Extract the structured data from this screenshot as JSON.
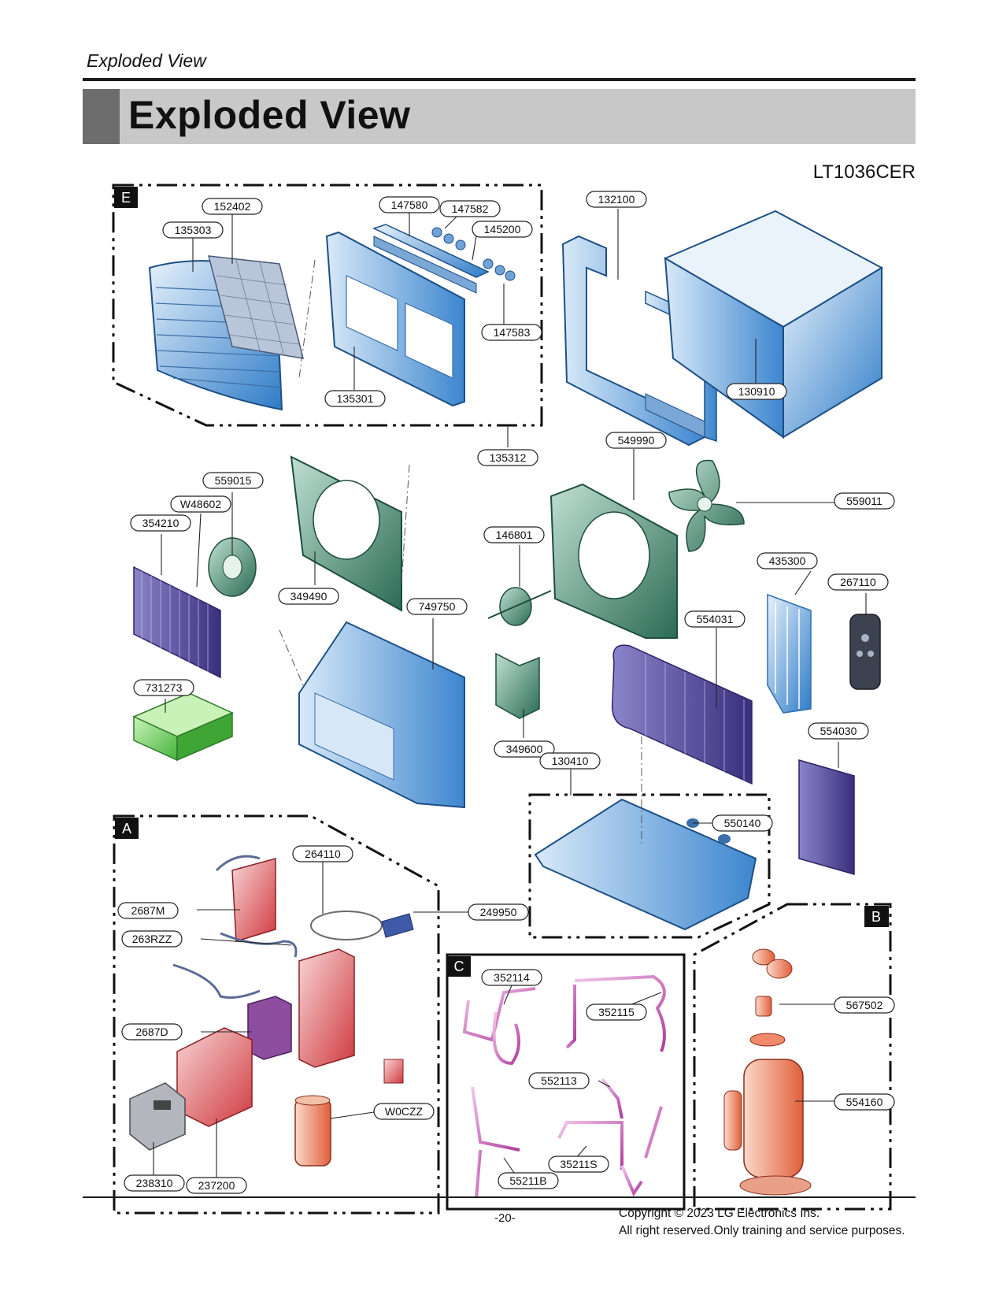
{
  "header": {
    "running_title": "Exploded View",
    "title": "Exploded View"
  },
  "model": "LT1036CER",
  "sections": [
    {
      "id": "E",
      "label": "E"
    },
    {
      "id": "A",
      "label": "A"
    },
    {
      "id": "B",
      "label": "B"
    },
    {
      "id": "C",
      "label": "C"
    }
  ],
  "part_numbers": [
    "152402",
    "147580",
    "147582",
    "135303",
    "145200",
    "147583",
    "135301",
    "132100",
    "130910",
    "135312",
    "549990",
    "559015",
    "W48602",
    "354210",
    "559011",
    "146801",
    "435300",
    "267110",
    "349490",
    "749750",
    "554031",
    "731273",
    "554030",
    "349600",
    "130410",
    "550140",
    "264110",
    "2687M",
    "249950",
    "263RZZ",
    "352114",
    "352115",
    "567502",
    "2687D",
    "552113",
    "554160",
    "W0CZZ",
    "35211S",
    "55211B",
    "238310",
    "237200"
  ],
  "footer": {
    "page": "-20-",
    "copyright_line1": "Copyright © 2023 LG Electronics Ins.",
    "copyright_line2": "All right reserved.Only training and service purposes."
  },
  "colors": {
    "cabinet_blue": "#4a8fd0",
    "fan_shroud_green": "#2f7a5e",
    "coil_purple": "#4a3f8f",
    "control_red": "#d8454a",
    "tubing_magenta": "#c052b0",
    "compressor_orange": "#e87a55",
    "filter_green": "#6ccf5a"
  }
}
